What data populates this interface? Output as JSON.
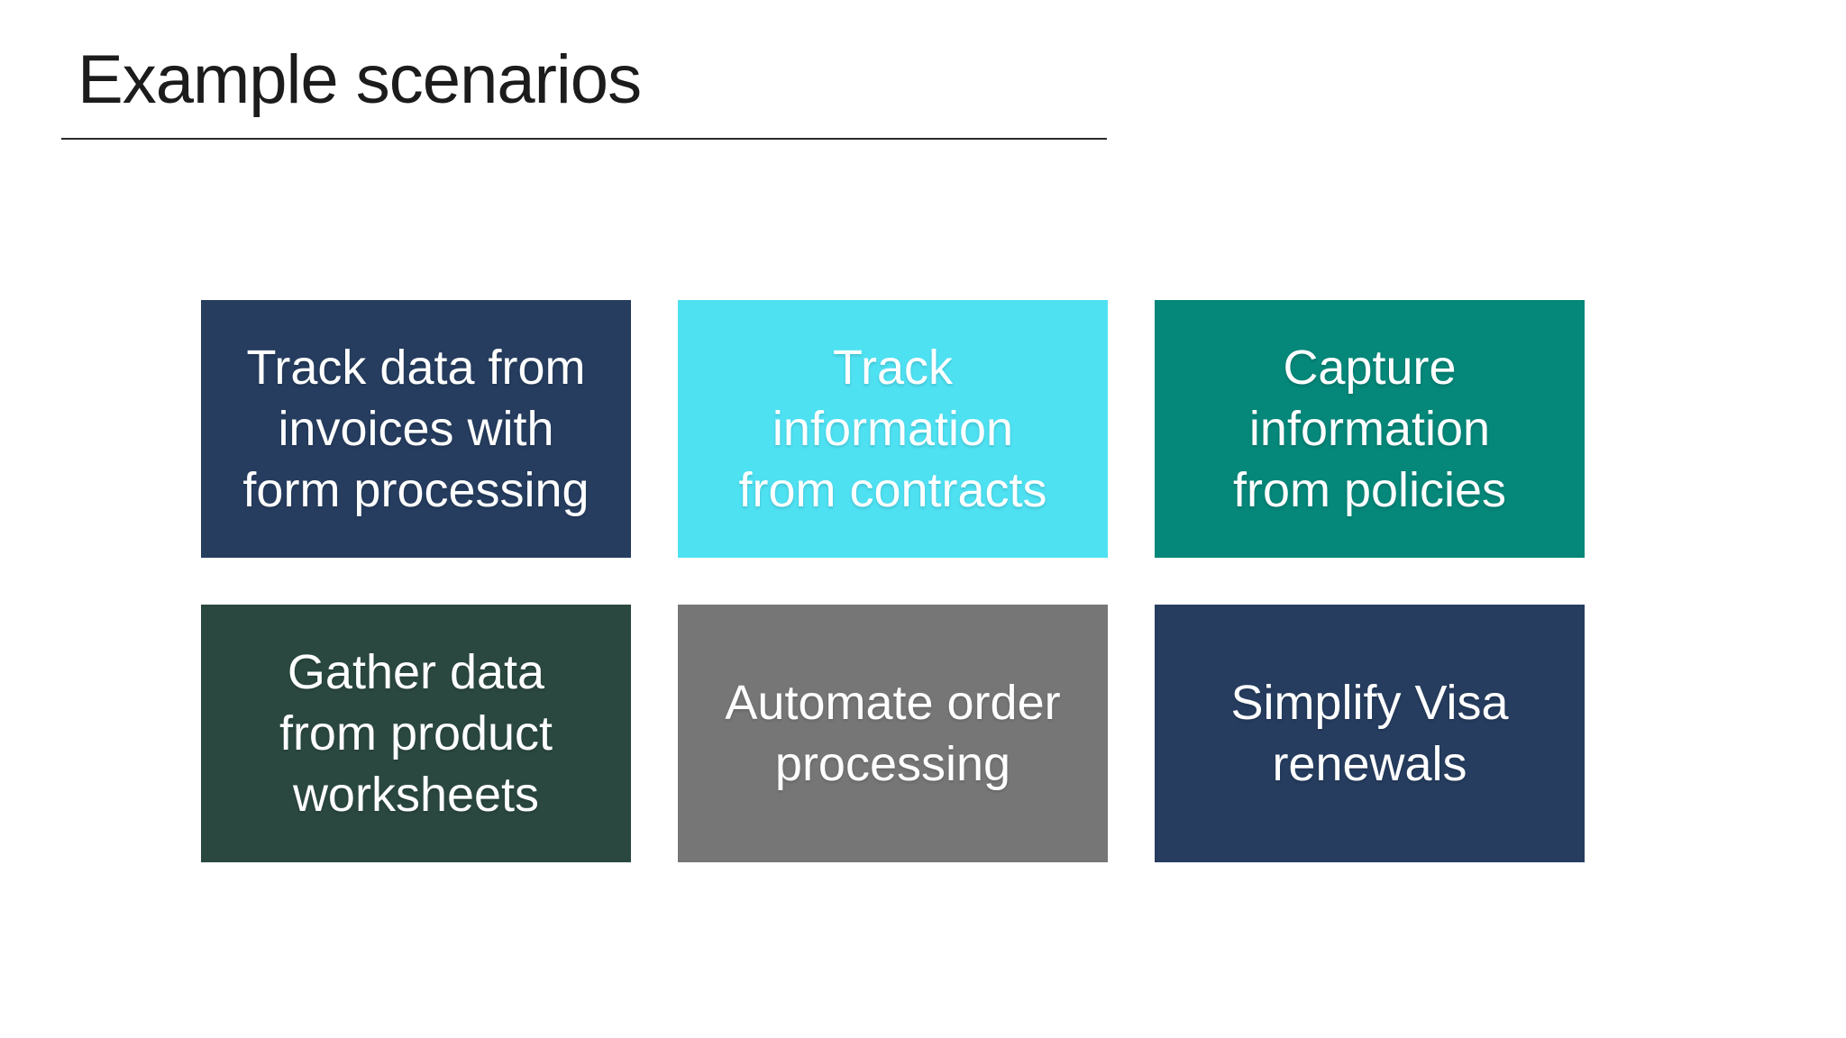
{
  "slide": {
    "title": "Example scenarios",
    "background_color": "#ffffff",
    "title_color": "#1c1c1c",
    "rule_color": "#2b2b2b"
  },
  "tiles": [
    {
      "label": "Track data from invoices with form processing",
      "lines": [
        "Track data from",
        "invoices with",
        "form processing"
      ],
      "color": "#263d5f",
      "text_color": "#ffffff"
    },
    {
      "label": "Track information from contracts",
      "lines": [
        "Track",
        "information",
        "from contracts"
      ],
      "color": "#4ee1f2",
      "text_color": "#ffffff"
    },
    {
      "label": "Capture information from policies",
      "lines": [
        "Capture",
        "information",
        "from policies"
      ],
      "color": "#058779",
      "text_color": "#ffffff"
    },
    {
      "label": "Gather data from product worksheets",
      "lines": [
        "Gather data",
        "from product",
        "worksheets"
      ],
      "color": "#2a4840",
      "text_color": "#ffffff"
    },
    {
      "label": "Automate order processing",
      "lines": [
        "Automate order",
        "processing"
      ],
      "color": "#767676",
      "text_color": "#ffffff"
    },
    {
      "label": "Simplify Visa renewals",
      "lines": [
        "Simplify Visa",
        "renewals"
      ],
      "color": "#263d5f",
      "text_color": "#ffffff"
    }
  ]
}
